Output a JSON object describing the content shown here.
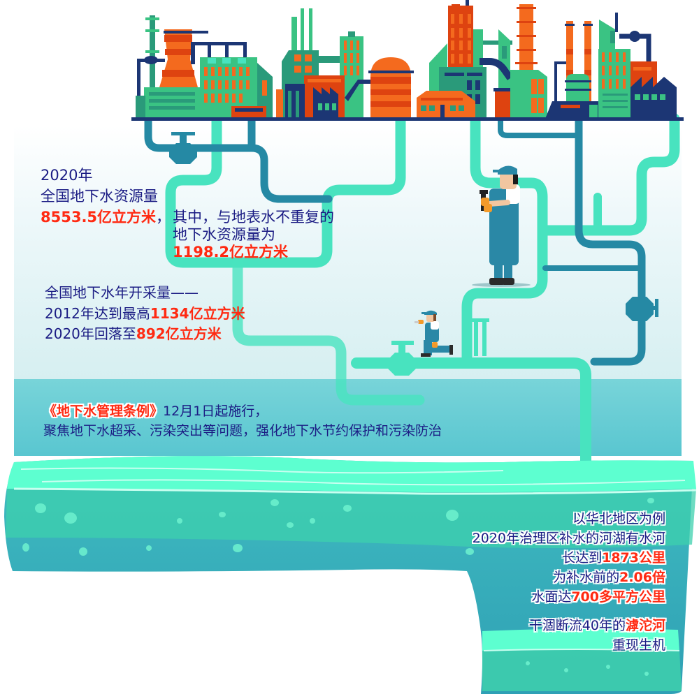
{
  "colors": {
    "text_primary": "#1b1c84",
    "highlight": "#ff2a12",
    "pipe_light": "#48e3bf",
    "pipe_dark": "#2589a4",
    "building_navy": "#1c3674",
    "building_orange": "#f46a1e",
    "building_red": "#de4310",
    "building_green": "#3ac383",
    "building_teal": "#2a9a7a",
    "water_top": "#5dffd0",
    "water_body": "#3cc7b0",
    "water_deep": "#37a8bb",
    "sky_band_top": "#f6fbfc",
    "sky_band_bottom": "#75d2d8"
  },
  "illustration": {
    "scene": "industrial-skyline-with-pipes",
    "figures": [
      "plumber-standing-with-wrench",
      "plumber-kneeling-at-valve"
    ],
    "icons": [
      "factory-icon",
      "cooling-tower-icon",
      "chimney-icon",
      "valve-icon",
      "storage-tank-icon"
    ]
  },
  "block1": {
    "year": "2020年",
    "label": "全国地下水资源量",
    "value": "8553.5亿立方米",
    "comma": "，",
    "sub_intro": "其中，与地表水不重复的",
    "sub_label": "地下水资源量为",
    "sub_value": "1198.2亿立方米"
  },
  "block2": {
    "title": "全国地下水年开采量——",
    "line1_prefix": "2012年达到最高",
    "line1_value": "1134亿立方米",
    "line2_prefix": "2020年回落至",
    "line2_value": "892亿立方米"
  },
  "block3": {
    "regulation_name": "《地下水管理条例》",
    "effective": "12月1日起施行，",
    "focus": "聚焦地下水超采、污染突出等问题，强化地下水节约保护和污染防治"
  },
  "block4": {
    "line1": "以华北地区为例",
    "line2": "2020年治理区补水的河湖有水河",
    "line3_prefix": "长达到",
    "line3_value": "1873公里",
    "line4_prefix": "为补水前的",
    "line4_value": "2.06倍",
    "line5_prefix": "水面达",
    "line5_value": "700多平方公里",
    "line6_prefix": "干涸断流40年的",
    "line6_value": "滹沱河",
    "line7": "重现生机"
  }
}
